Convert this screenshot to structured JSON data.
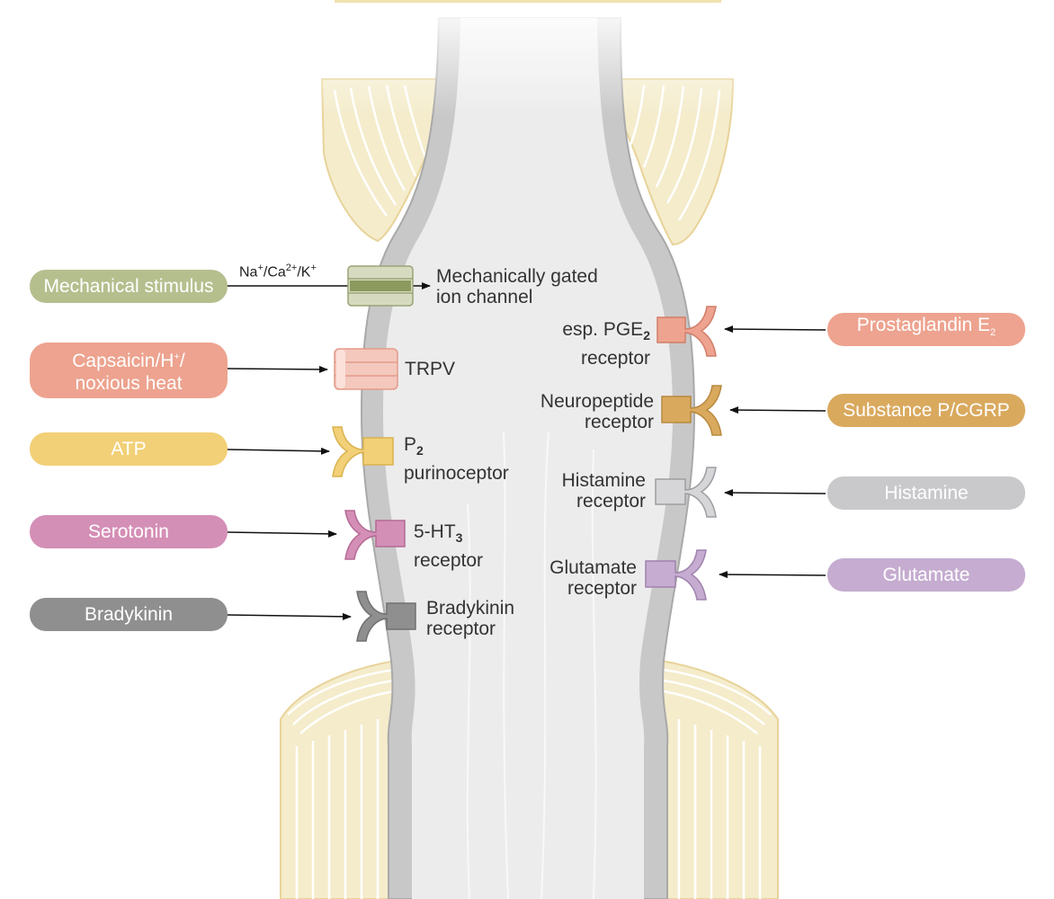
{
  "colors": {
    "green": "#b5bf8e",
    "salmon": "#eda38f",
    "yellow": "#f2d077",
    "pink": "#d48fb6",
    "dark_gray": "#8f8f8f",
    "orange": "#d9a95e",
    "light_gray": "#c9c9cc",
    "lavender": "#c5acd0",
    "myelin": "#f4eccb",
    "membrane": "#c8c8c8",
    "axoplasm": "#ececed"
  },
  "stimuli_left": [
    {
      "label": "Mechanical stimulus"
    },
    {
      "label_line1": "Capsaicin/H",
      "label_sup": "+",
      "label_line1_end": "/",
      "label_line2": "noxious heat"
    },
    {
      "label": "ATP"
    },
    {
      "label": "Serotonin"
    },
    {
      "label": "Bradykinin"
    }
  ],
  "stimuli_right": [
    {
      "label_main": "Prostaglandin E",
      "label_sub": "2"
    },
    {
      "label": "Substance P/CGRP"
    },
    {
      "label": "Histamine"
    },
    {
      "label": "Glutamate"
    }
  ],
  "ions": {
    "na": "Na",
    "na_sup": "+",
    "sep1": "/Ca",
    "ca_sup": "2+",
    "sep2": "/K",
    "k_sup": "+"
  },
  "receptors_left": [
    {
      "line1": "Mechanically gated",
      "line2": "ion channel"
    },
    {
      "line1": "TRPV"
    },
    {
      "line1_main": "P",
      "line1_sub": "2",
      "line2": "purinoceptor"
    },
    {
      "line1_main": "5-HT",
      "line1_sub": "3",
      "line2": "receptor"
    },
    {
      "line1": "Bradykinin",
      "line2": "receptor"
    }
  ],
  "receptors_right": [
    {
      "line1_main": "esp. PGE",
      "line1_sub": "2",
      "line2": "receptor"
    },
    {
      "line1": "Neuropeptide",
      "line2": "receptor"
    },
    {
      "line1": "Histamine",
      "line2": "receptor"
    },
    {
      "line1": "Glutamate",
      "line2": "receptor"
    }
  ]
}
